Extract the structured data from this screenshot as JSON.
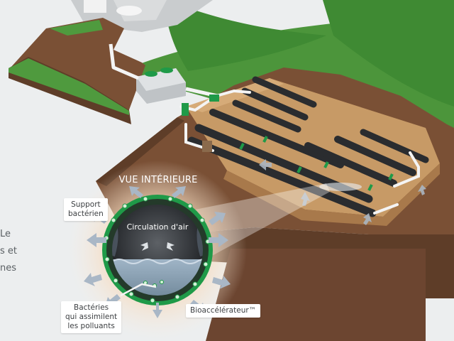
{
  "colors": {
    "background": "#eceeef",
    "grass": "#4f9a3e",
    "grass_light": "#78b35a",
    "soil": "#7a5035",
    "soil_dark": "#5e3d28",
    "sand": "#c79a66",
    "pipe": "#2a2c2f",
    "accent_green": "#1f9a48",
    "white_pipe": "#f4f4f4"
  },
  "labels": {
    "view_title": "VUE INTÉRIEURE",
    "support": [
      "Support",
      "bactérien"
    ],
    "air": "Circulation d'air",
    "bacteria": [
      "Bactéries",
      "qui assimilent",
      "les polluants"
    ],
    "bioaccelerator": "Bioaccélérateur™"
  },
  "side_text": [
    "Le",
    "s et",
    "nes"
  ]
}
